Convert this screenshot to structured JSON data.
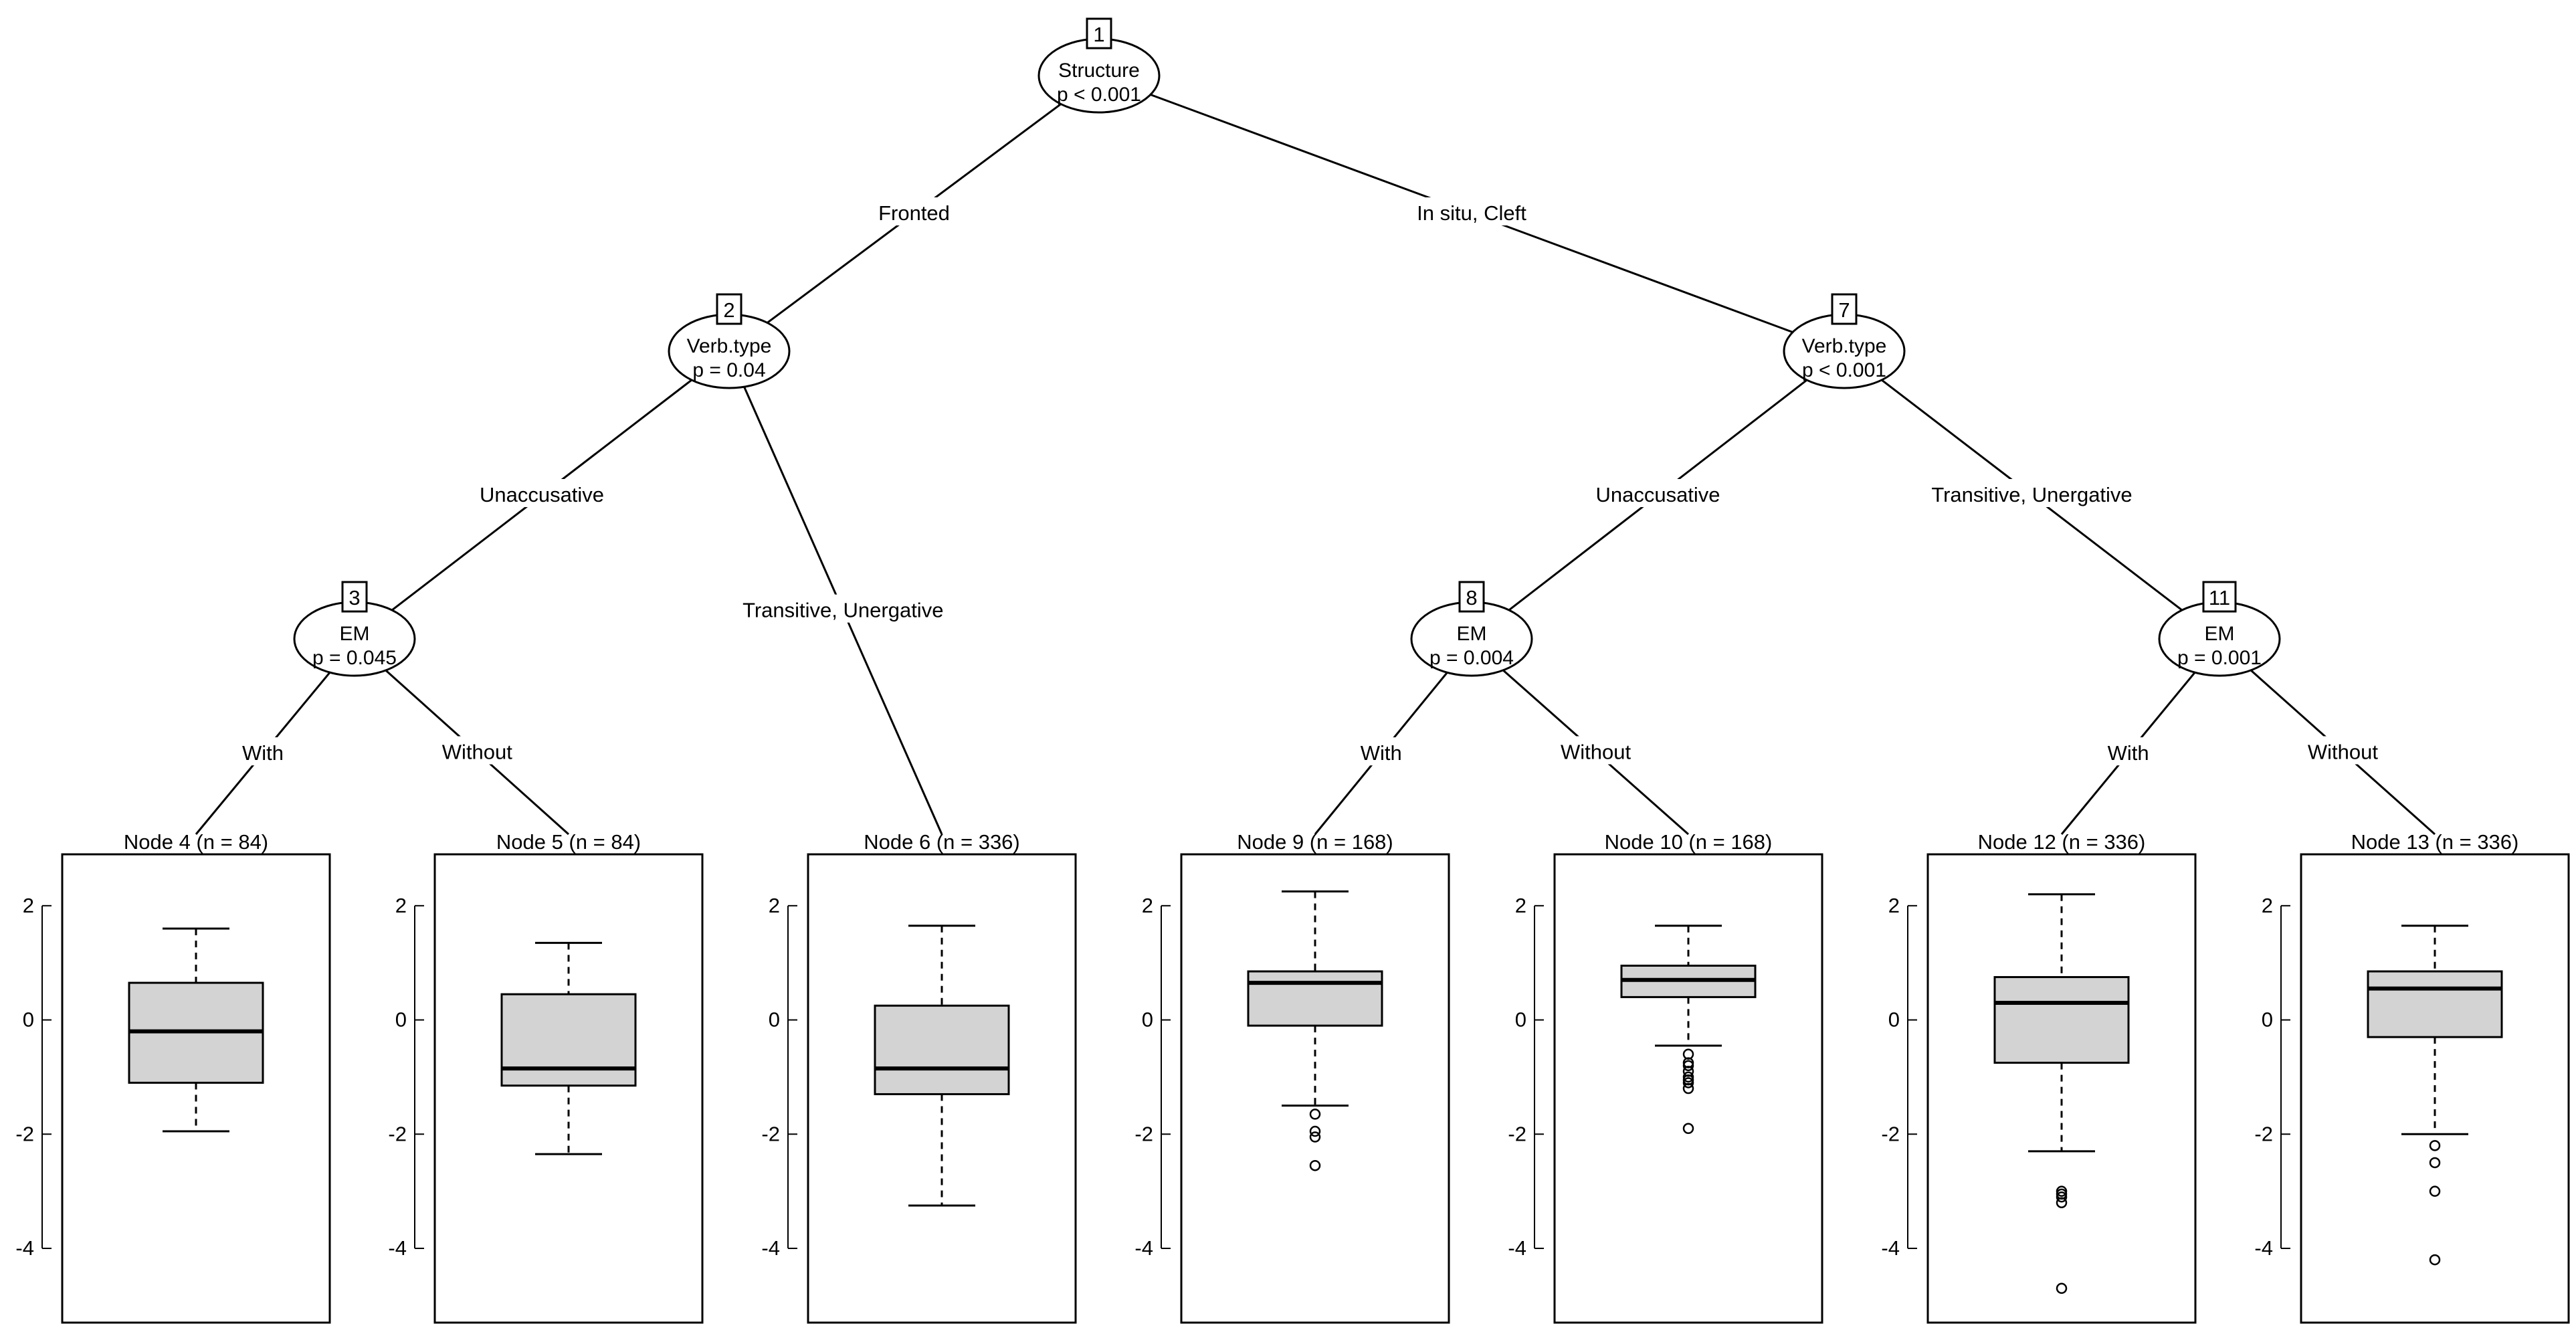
{
  "chart_data": {
    "type": "decision-tree-boxplot",
    "inner_nodes": [
      {
        "id": "1",
        "var": "Structure",
        "p": "p < 0.001"
      },
      {
        "id": "2",
        "var": "Verb.type",
        "p": "p = 0.04"
      },
      {
        "id": "3",
        "var": "EM",
        "p": "p = 0.045"
      },
      {
        "id": "7",
        "var": "Verb.type",
        "p": "p < 0.001"
      },
      {
        "id": "8",
        "var": "EM",
        "p": "p = 0.004"
      },
      {
        "id": "11",
        "var": "EM",
        "p": "p = 0.001"
      }
    ],
    "edges": [
      {
        "from": "1",
        "to": "2",
        "label": "Fronted"
      },
      {
        "from": "1",
        "to": "7",
        "label": "In situ, Cleft"
      },
      {
        "from": "2",
        "to": "3",
        "label": "Unaccusative"
      },
      {
        "from": "2",
        "to": "6",
        "label": "Transitive, Unergative"
      },
      {
        "from": "3",
        "to": "4",
        "label": "With"
      },
      {
        "from": "3",
        "to": "5",
        "label": "Without"
      },
      {
        "from": "7",
        "to": "8",
        "label": "Unaccusative"
      },
      {
        "from": "7",
        "to": "11",
        "label": "Transitive, Unergative"
      },
      {
        "from": "8",
        "to": "9",
        "label": "With"
      },
      {
        "from": "8",
        "to": "10",
        "label": "Without"
      },
      {
        "from": "11",
        "to": "12",
        "label": "With"
      },
      {
        "from": "11",
        "to": "13",
        "label": "Without"
      }
    ],
    "terminal_nodes": [
      {
        "id": "4",
        "title": "Node 4 (n = 84)",
        "q1": -1.1,
        "median": -0.2,
        "q3": 0.65,
        "whisker_low": -1.95,
        "whisker_high": 1.6,
        "outliers": []
      },
      {
        "id": "5",
        "title": "Node 5 (n = 84)",
        "q1": -1.15,
        "median": -0.85,
        "q3": 0.45,
        "whisker_low": -2.35,
        "whisker_high": 1.35,
        "outliers": []
      },
      {
        "id": "6",
        "title": "Node 6 (n = 336)",
        "q1": -1.3,
        "median": -0.85,
        "q3": 0.25,
        "whisker_low": -3.25,
        "whisker_high": 1.65,
        "outliers": []
      },
      {
        "id": "9",
        "title": "Node 9 (n = 168)",
        "q1": -0.1,
        "median": 0.65,
        "q3": 0.85,
        "whisker_low": -1.5,
        "whisker_high": 2.25,
        "outliers": [
          -1.65,
          -1.95,
          -2.05,
          -2.55
        ]
      },
      {
        "id": "10",
        "title": "Node 10 (n = 168)",
        "q1": 0.4,
        "median": 0.7,
        "q3": 0.95,
        "whisker_low": -0.45,
        "whisker_high": 1.65,
        "outliers": [
          -0.6,
          -0.75,
          -0.8,
          -0.9,
          -1.0,
          -1.05,
          -1.1,
          -1.2,
          -1.9
        ]
      },
      {
        "id": "12",
        "title": "Node 12 (n = 336)",
        "q1": -0.75,
        "median": 0.3,
        "q3": 0.75,
        "whisker_low": -2.3,
        "whisker_high": 2.2,
        "outliers": [
          -3.0,
          -3.05,
          -3.1,
          -3.2,
          -4.7
        ]
      },
      {
        "id": "13",
        "title": "Node 13 (n = 336)",
        "q1": -0.3,
        "median": 0.55,
        "q3": 0.85,
        "whisker_low": -2.0,
        "whisker_high": 1.65,
        "outliers": [
          -2.2,
          -2.5,
          -3.0,
          -4.2
        ]
      }
    ],
    "y_range": [
      -5.3,
      2.9
    ],
    "y_ticks": [
      "2",
      "0",
      "-2",
      "-4"
    ],
    "y_tick_values": [
      2,
      0,
      -2,
      -4
    ]
  }
}
